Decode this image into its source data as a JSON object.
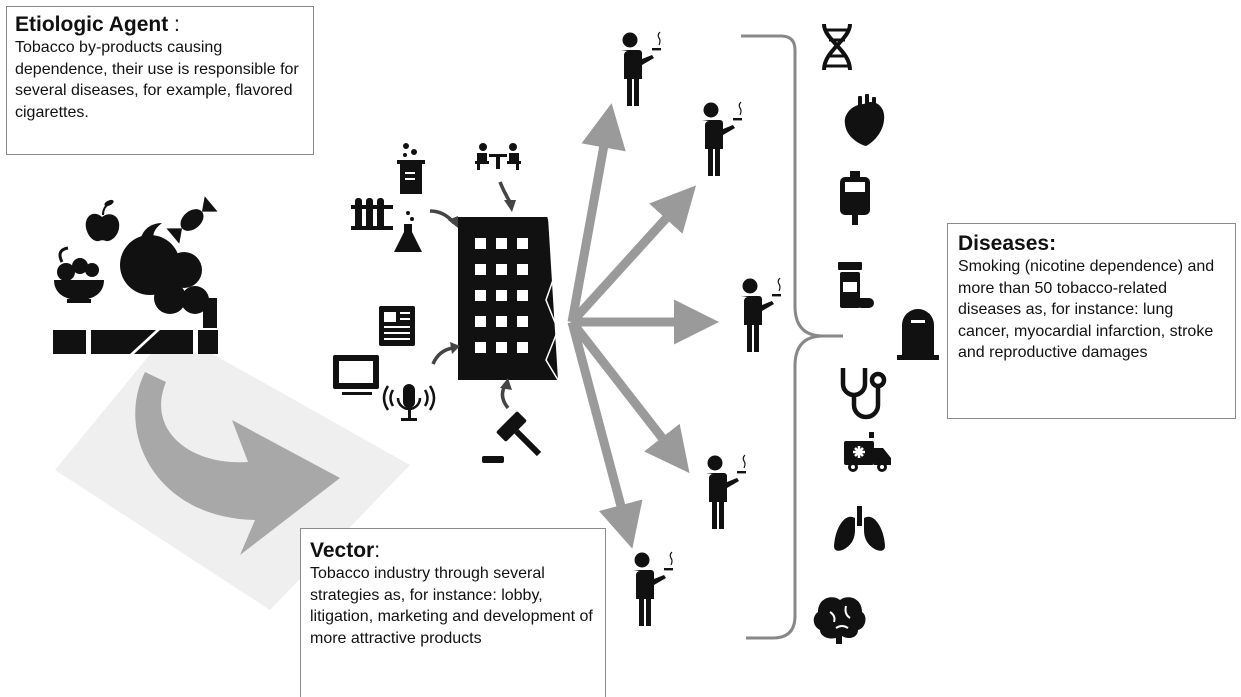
{
  "etiologic_agent": {
    "title": "Etiologic Agent",
    "title_suffix": " :",
    "body": "Tobacco by-products causing dependence, their use is responsible for several diseases, for example, flavored cigarettes."
  },
  "vector": {
    "title": "Vector",
    "title_suffix": ":",
    "body": "Tobacco industry through several strategies as, for instance: lobby, litigation, marketing and development of more attractive products"
  },
  "diseases": {
    "title": "Diseases:",
    "body": "Smoking (nicotine dependence) and more than 50 tobacco-related diseases as, for instance: lung cancer, myocardial infarction, stroke and reproductive damages"
  },
  "colors": {
    "icon": "#111111",
    "arrow": "#9a9a9a",
    "curved_arrow": "#a8a8a8",
    "background_diamond": "#efefef",
    "bracket": "#888888",
    "box_border": "#8a8a8a"
  },
  "icons": {
    "agent": [
      "apple-icon",
      "candy-icon",
      "fruit-bowl-icon",
      "smoke-icon",
      "cigarette-icon"
    ],
    "vector": [
      "lab-beaker-icon",
      "test-tubes-icon",
      "flask-icon",
      "meeting-icon",
      "newspaper-icon",
      "tv-icon",
      "microphone-icon",
      "gavel-icon",
      "industry-building-icon"
    ],
    "diseases": [
      "dna-icon",
      "heart-icon",
      "blood-bag-icon",
      "pill-bottle-icon",
      "tombstone-icon",
      "stethoscope-icon",
      "ambulance-icon",
      "lungs-icon",
      "brain-icon"
    ]
  }
}
